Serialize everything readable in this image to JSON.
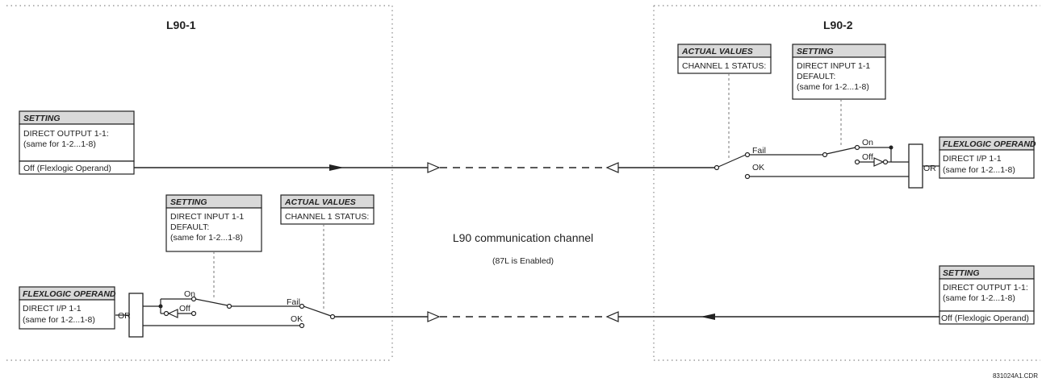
{
  "left_relay": {
    "title": "L90-1",
    "setting_output": {
      "header": "SETTING",
      "line1": "DIRECT OUTPUT 1-1:",
      "line2": "(same for 1-2...1-8)",
      "value": "Off (Flexlogic Operand)"
    },
    "setting_input": {
      "header": "SETTING",
      "line1": "DIRECT INPUT 1-1",
      "line2": "DEFAULT:",
      "line3": "(same for 1-2...1-8)"
    },
    "actual_values": {
      "header": "ACTUAL VALUES",
      "line1": "CHANNEL 1 STATUS:"
    },
    "flexlogic": {
      "header": "FLEXLOGIC OPERAND",
      "line1": "DIRECT I/P 1-1",
      "line2": "(same for 1-2...1-8)"
    },
    "or_label": "OR",
    "on_label": "On",
    "off_label": "Off",
    "fail_label": "Fail",
    "ok_label": "OK"
  },
  "right_relay": {
    "title": "L90-2",
    "actual_values": {
      "header": "ACTUAL VALUES",
      "line1": "CHANNEL 1 STATUS:"
    },
    "setting_input": {
      "header": "SETTING",
      "line1": "DIRECT INPUT 1-1",
      "line2": "DEFAULT:",
      "line3": "(same for 1-2...1-8)"
    },
    "flexlogic": {
      "header": "FLEXLOGIC OPERAND",
      "line1": "DIRECT I/P 1-1",
      "line2": "(same for 1-2...1-8)"
    },
    "setting_output": {
      "header": "SETTING",
      "line1": "DIRECT OUTPUT 1-1:",
      "line2": "(same for 1-2...1-8)",
      "value": "Off (Flexlogic Operand)"
    },
    "or_label": "OR",
    "on_label": "On",
    "off_label": "Off",
    "fail_label": "Fail",
    "ok_label": "OK"
  },
  "channel": {
    "label": "L90 communication channel",
    "sublabel": "(87L is Enabled)"
  },
  "figure_code": "831024A1.CDR"
}
